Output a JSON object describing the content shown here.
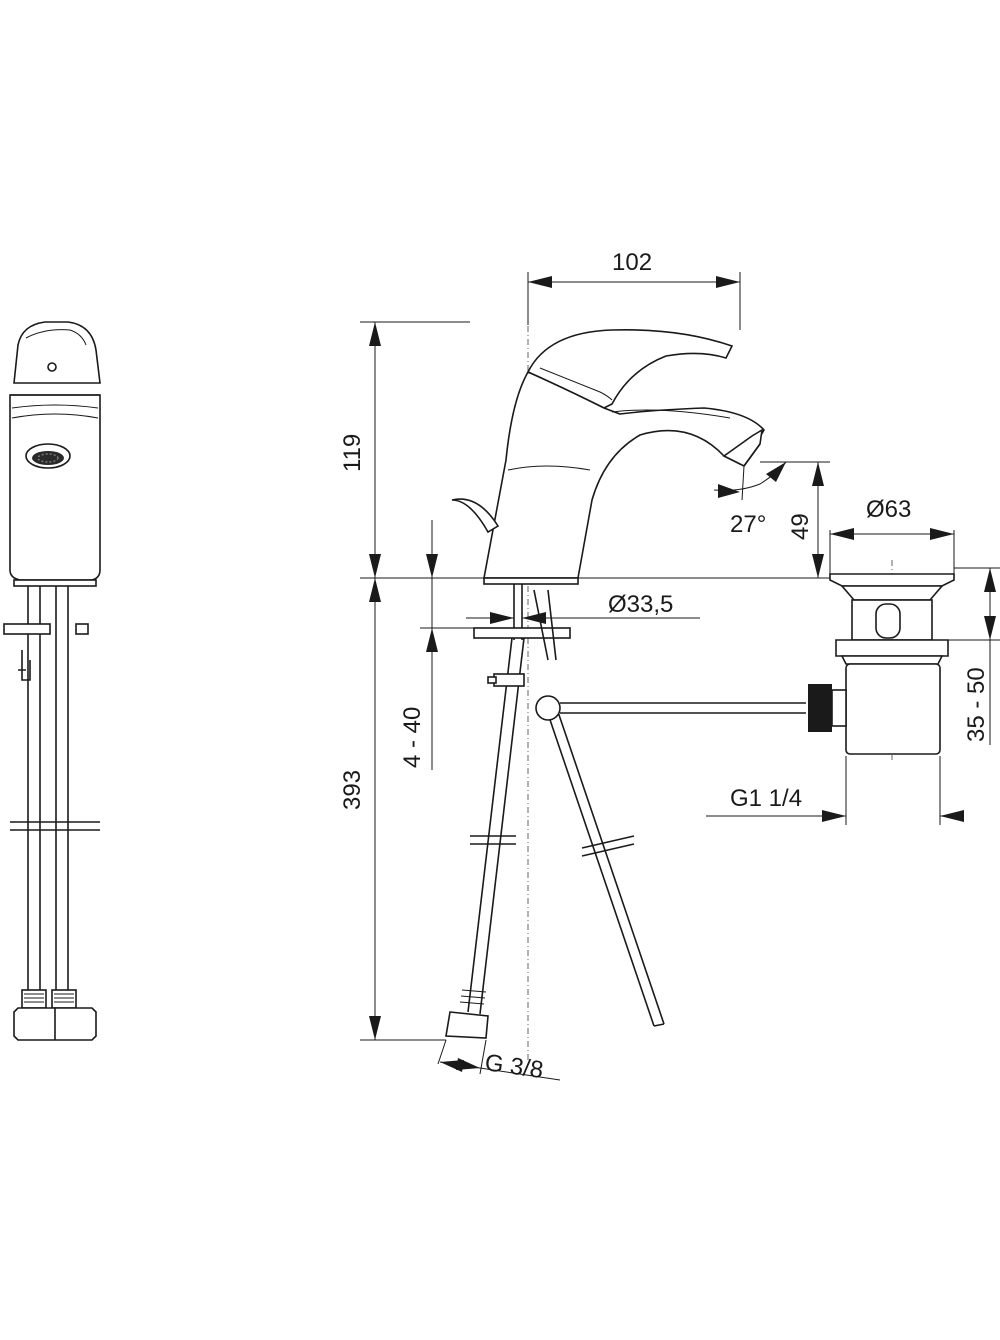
{
  "dimensions": {
    "spout_reach": "102",
    "body_height": "119",
    "spout_clearance": "49",
    "spout_angle": "27°",
    "waste_diameter": "Ø63",
    "base_diameter": "Ø33,5",
    "deck_thickness": "4 - 40",
    "waste_height": "35 - 50",
    "hose_length": "393",
    "waste_thread": "G1 1/4",
    "hose_thread": "G 3/8"
  },
  "colors": {
    "line": "#1a1a1a",
    "background": "#ffffff"
  }
}
